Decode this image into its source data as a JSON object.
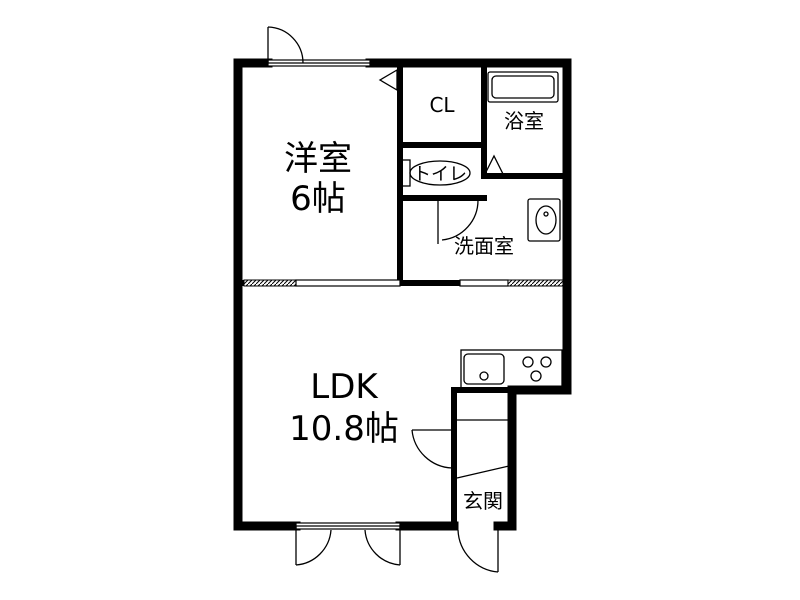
{
  "rooms": {
    "western_room": {
      "name": "洋室",
      "size": "6帖"
    },
    "closet": {
      "name": "CL"
    },
    "bathroom": {
      "name": "浴室"
    },
    "toilet": {
      "name": "トイレ"
    },
    "washroom": {
      "name": "洗面室"
    },
    "ldk": {
      "name": "LDK",
      "size": "10.8帖"
    },
    "entrance": {
      "name": "玄関"
    }
  }
}
